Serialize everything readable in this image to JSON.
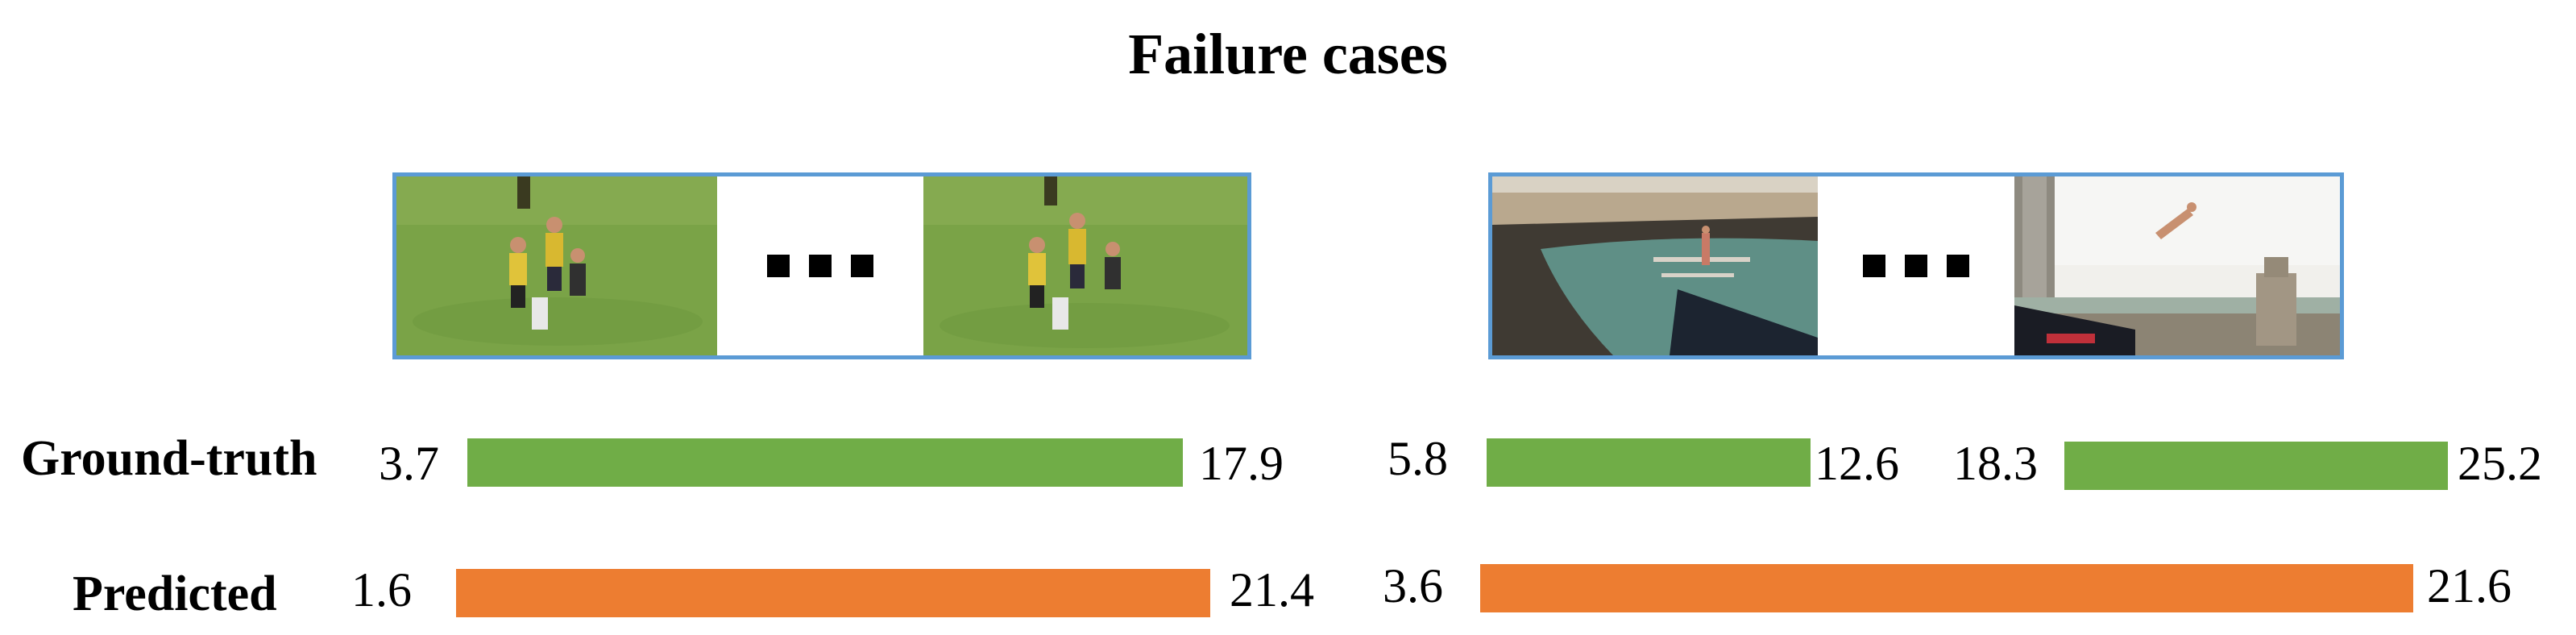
{
  "title": "Failure cases",
  "row_labels": {
    "ground_truth": "Ground-truth",
    "predicted": "Predicted"
  },
  "colors": {
    "ground_truth": "#70ad47",
    "predicted": "#ed7d31",
    "frame_border": "#5b9bd5"
  },
  "cases": [
    {
      "scene": "frisbee players on grass field",
      "ground_truth": [
        {
          "start": "3.7",
          "end": "17.9"
        }
      ],
      "predicted": [
        {
          "start": "1.6",
          "end": "21.4"
        }
      ]
    },
    {
      "scene": "cliff diver above harbor with crowd",
      "ground_truth": [
        {
          "start": "5.8",
          "end": "12.6"
        },
        {
          "start": "18.3",
          "end": "25.2"
        }
      ],
      "predicted": [
        {
          "start": "3.6",
          "end": "21.6"
        }
      ]
    }
  ]
}
